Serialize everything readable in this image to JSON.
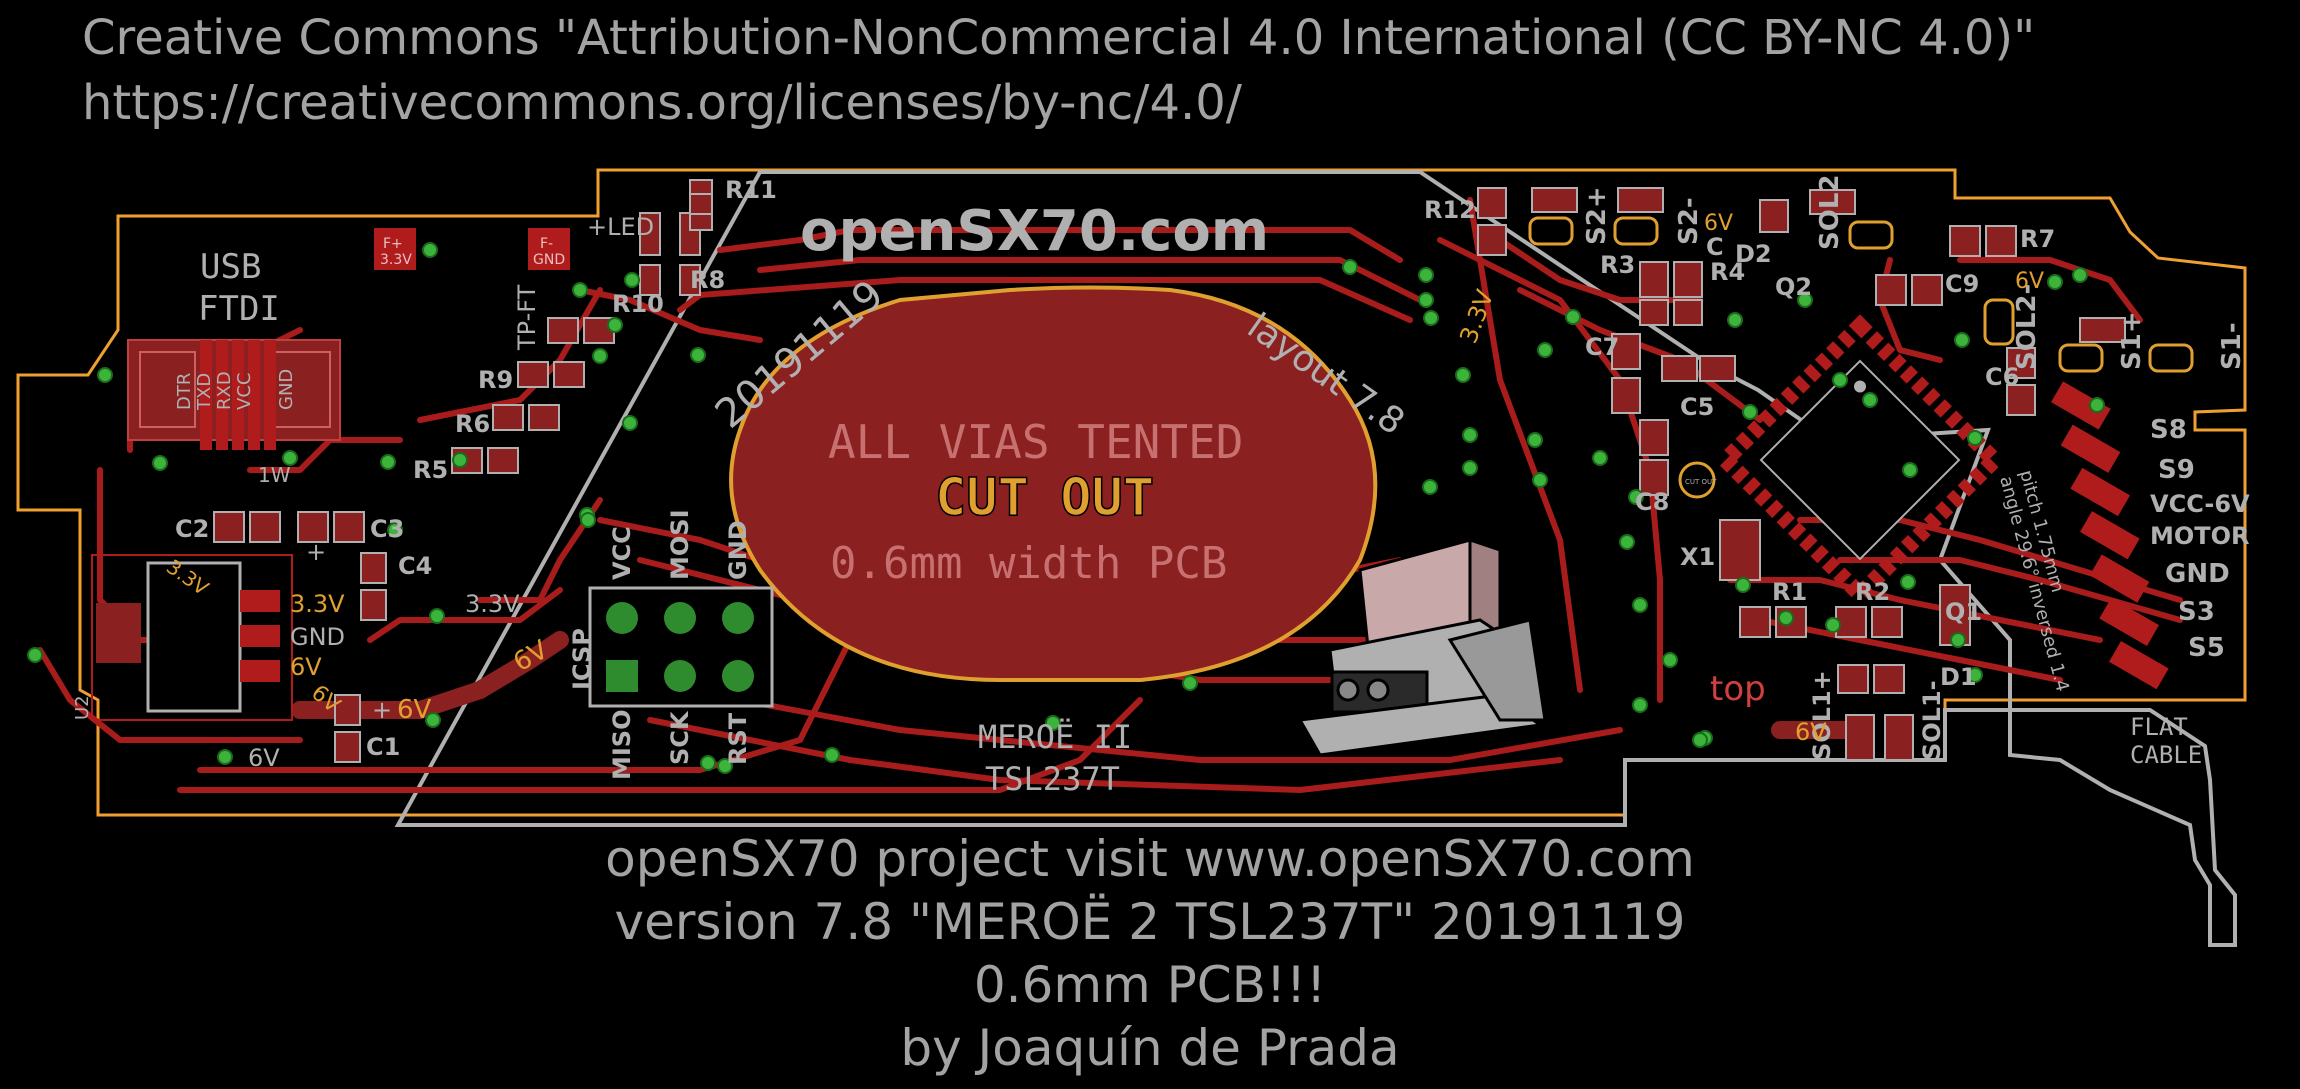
{
  "license": {
    "line1": "Creative Commons \"Attribution-NonCommercial 4.0 International (CC BY-NC 4.0)\"",
    "line2": "https://creativecommons.org/licenses/by-nc/4.0/"
  },
  "credits": {
    "line1": "openSX70 project visit www.openSX70.com",
    "line2": "version 7.8 \"MEROË 2 TSL237T\" 20191119",
    "line3": "0.6mm PCB!!!",
    "line4": "by Joaquín de Prada"
  },
  "board": {
    "brand": "openSX70.com",
    "date": "20191119",
    "layout": "layout 7.8",
    "usb_line1": "USB",
    "usb_line2": "FTDI",
    "usb_pins": [
      "DTR",
      "TXD",
      "RXD",
      "VCC",
      "GND"
    ],
    "cut_out": "CUT OUT",
    "vias_tented": "ALL VIAS TENTED",
    "width_note": "0.6mm width PCB",
    "meroe_line1": "MEROË II",
    "meroe_line2": "TSL237T",
    "top_label": "top",
    "flat_cable_line1": "FLAT",
    "flat_cable_line2": "CABLE",
    "icsp": "ICSP",
    "icsp_top": [
      "VCC",
      "MOSI",
      "GND"
    ],
    "icsp_bottom": [
      "MISO",
      "SCK",
      "RST"
    ],
    "pads_left": [
      "3.3V",
      "GND",
      "6V"
    ],
    "pads_right": [
      "S8",
      "S9",
      "VCC-6V",
      "MOTOR",
      "GND",
      "S3",
      "S5"
    ],
    "pitch_note_line1": "pitch 1.75mm",
    "pitch_note_line2": "angle 29.6° inversed 1.4",
    "one_w": "1W",
    "three_v": "3.3V",
    "six_v": "6V",
    "plus": "+",
    "f_plus": "F+",
    "f_plus_val": "3.3V",
    "f_minus": "F-",
    "f_minus_val": "GND",
    "tp_ft": "TP-FT",
    "led_plus": "+LED",
    "plus_ve": "+",
    "s2_plus": "S2+",
    "s2_minus": "S2-",
    "s1_plus": "S1+",
    "s1_minus": "S1-",
    "sol1_plus": "SOL1+",
    "sol1_minus": "SOL1-",
    "sol2": "SOL2",
    "sol2_minus": "SOL2-",
    "ic_u2": "U2",
    "cut_small": "CUT OUT",
    "designators": {
      "R1": "R1",
      "R2": "R2",
      "R3": "R3",
      "R4": "R4",
      "R5": "R5",
      "R6": "R6",
      "R7": "R7",
      "R8": "R8",
      "R9": "R9",
      "R10": "R10",
      "R11": "R11",
      "R12": "R12",
      "C1": "C1",
      "C2": "C2",
      "C3": "C3",
      "C4": "C4",
      "C5": "C5",
      "C6": "C6",
      "C7": "C7",
      "C8": "C8",
      "C9": "C9",
      "C": "C",
      "D1": "D1",
      "D2": "D2",
      "Q1": "Q1",
      "Q2": "Q2",
      "X1": "X1"
    }
  },
  "colors": {
    "background": "#000000",
    "copper": "#b01c1c",
    "copper_fill": "#8b2020",
    "outline": "#f0a030",
    "silkscreen": "#b0b0b0",
    "via": "#3cb43c",
    "label_orange": "#e0a030",
    "header_text": "#a3a3a3"
  }
}
